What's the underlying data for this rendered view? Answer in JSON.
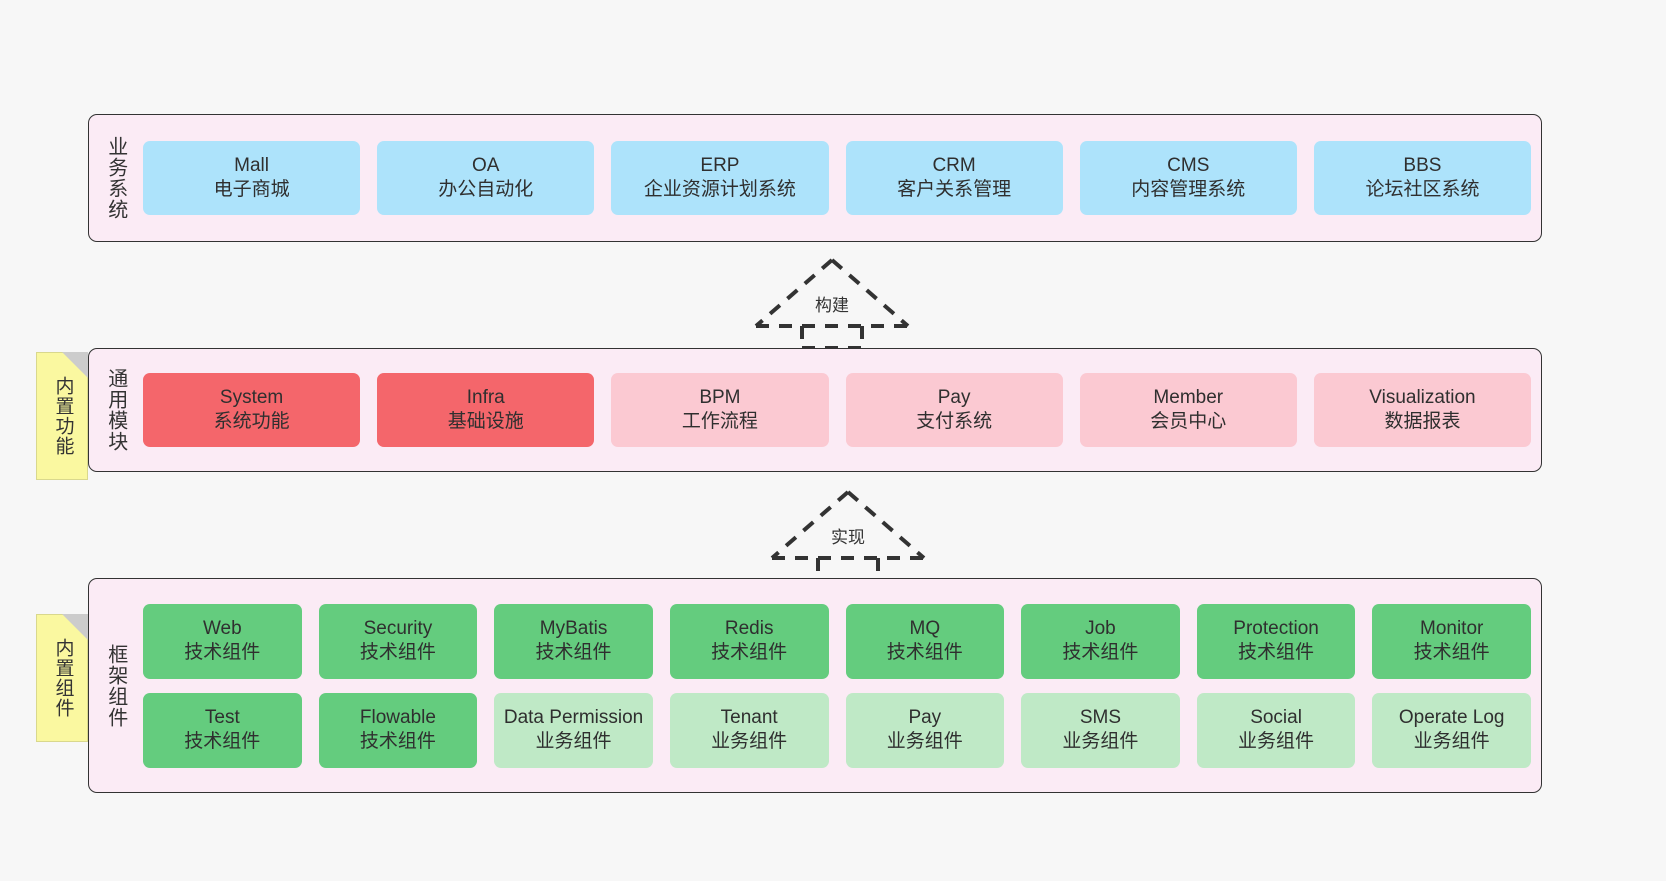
{
  "diagram": {
    "layers": [
      {
        "id": "business",
        "title": "业务系统",
        "rows": [
          {
            "cells": [
              {
                "en": "Mall",
                "cn": "电子商城",
                "color": "#ade3fb"
              },
              {
                "en": "OA",
                "cn": "办公自动化",
                "color": "#ade3fb"
              },
              {
                "en": "ERP",
                "cn": "企业资源计划系统",
                "color": "#ade3fb"
              },
              {
                "en": "CRM",
                "cn": "客户关系管理",
                "color": "#ade3fb"
              },
              {
                "en": "CMS",
                "cn": "内容管理系统",
                "color": "#ade3fb"
              },
              {
                "en": "BBS",
                "cn": "论坛社区系统",
                "color": "#ade3fb"
              }
            ]
          }
        ]
      },
      {
        "id": "common",
        "title": "通用模块",
        "rows": [
          {
            "cells": [
              {
                "en": "System",
                "cn": "系统功能",
                "color": "#f4666b"
              },
              {
                "en": "Infra",
                "cn": "基础设施",
                "color": "#f4666b"
              },
              {
                "en": "BPM",
                "cn": "工作流程",
                "color": "#fbc9d2"
              },
              {
                "en": "Pay",
                "cn": "支付系统",
                "color": "#fbc9d2"
              },
              {
                "en": "Member",
                "cn": "会员中心",
                "color": "#fbc9d2"
              },
              {
                "en": "Visualization",
                "cn": "数据报表",
                "color": "#fbc9d2"
              }
            ]
          }
        ]
      },
      {
        "id": "framework",
        "title": "框架组件",
        "rows": [
          {
            "cells": [
              {
                "en": "Web",
                "cn": "技术组件",
                "color": "#64cc7e"
              },
              {
                "en": "Security",
                "cn": "技术组件",
                "color": "#64cc7e"
              },
              {
                "en": "MyBatis",
                "cn": "技术组件",
                "color": "#64cc7e"
              },
              {
                "en": "Redis",
                "cn": "技术组件",
                "color": "#64cc7e"
              },
              {
                "en": "MQ",
                "cn": "技术组件",
                "color": "#64cc7e"
              },
              {
                "en": "Job",
                "cn": "技术组件",
                "color": "#64cc7e"
              },
              {
                "en": "Protection",
                "cn": "技术组件",
                "color": "#64cc7e"
              },
              {
                "en": "Monitor",
                "cn": "技术组件",
                "color": "#64cc7e"
              }
            ]
          },
          {
            "cells": [
              {
                "en": "Test",
                "cn": "技术组件",
                "color": "#64cc7e"
              },
              {
                "en": "Flowable",
                "cn": "技术组件",
                "color": "#64cc7e"
              },
              {
                "en": "Data Permission",
                "cn": "业务组件",
                "color": "#bfe9c6"
              },
              {
                "en": "Tenant",
                "cn": "业务组件",
                "color": "#bfe9c6"
              },
              {
                "en": "Pay",
                "cn": "业务组件",
                "color": "#bfe9c6"
              },
              {
                "en": "SMS",
                "cn": "业务组件",
                "color": "#bfe9c6"
              },
              {
                "en": "Social",
                "cn": "业务组件",
                "color": "#bfe9c6"
              },
              {
                "en": "Operate Log",
                "cn": "业务组件",
                "color": "#bfe9c6"
              }
            ]
          }
        ]
      }
    ],
    "notes": [
      {
        "id": "functions",
        "text": "内置功能"
      },
      {
        "id": "components",
        "text": "内置组件"
      }
    ],
    "connectors": [
      {
        "id": "build",
        "label": "构建"
      },
      {
        "id": "impl",
        "label": "实现"
      }
    ],
    "colors": {
      "canvas_background": "#f7f7f7",
      "layer_background": "#fbebf5",
      "layer_border": "#333333",
      "note_background": "#faf8a0",
      "note_fold": "#cccccc",
      "business_cell": "#ade3fb",
      "common_primary_cell": "#f4666b",
      "common_secondary_cell": "#fbc9d2",
      "framework_tech_cell": "#64cc7e",
      "framework_business_cell": "#bfe9c6"
    }
  }
}
